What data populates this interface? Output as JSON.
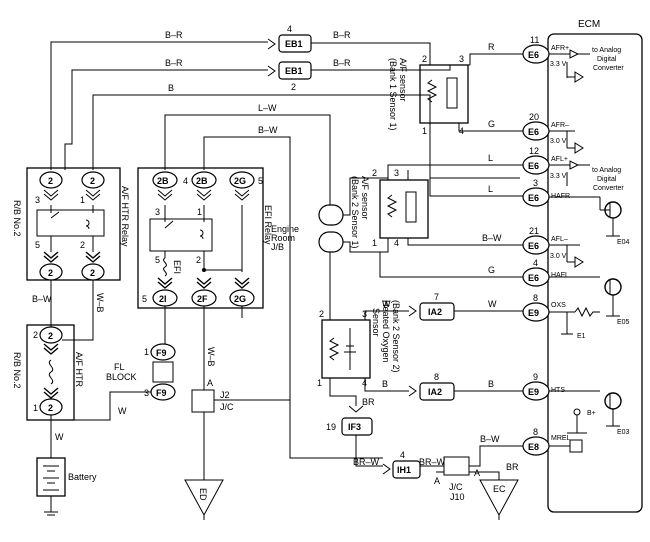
{
  "ecm": {
    "title": "ECM",
    "pins": [
      {
        "num": "11",
        "code": "E6",
        "name": "AFR+"
      },
      {
        "num": "20",
        "code": "E6",
        "name": "AFR–"
      },
      {
        "num": "12",
        "code": "E6",
        "name": "AFL+"
      },
      {
        "num": "3",
        "code": "E6",
        "name": "HAFR"
      },
      {
        "num": "21",
        "code": "E6",
        "name": "AFL–"
      },
      {
        "num": "4",
        "code": "E6",
        "name": "HAFL"
      },
      {
        "num": "8",
        "code": "E9",
        "name": "OXS"
      },
      {
        "num": "9",
        "code": "E9",
        "name": "HTS"
      },
      {
        "num": "8",
        "code": "E8",
        "name": "MREL"
      }
    ],
    "volt1": "3.3 V",
    "volt2": "3.0 V",
    "volt3": "3.3 V",
    "volt4": "3.0 V",
    "conv1a": "to Analog",
    "conv1b": "Digital",
    "conv1c": "Converter",
    "conv2a": "to Analog",
    "conv2b": "Digital",
    "conv2c": "Converter",
    "ground_e04": "E04",
    "ground_e05": "E05",
    "ground_e1": "E1",
    "ground_e03": "E03",
    "bplus": "B+"
  },
  "wires": {
    "br": "B–R",
    "b": "B",
    "lw": "L–W",
    "bw": "B–W",
    "wb": "W–B",
    "r": "R",
    "g": "G",
    "l": "L",
    "w": "W",
    "brw": "BR–W",
    "brt": "BR"
  },
  "connectors": {
    "eb1": "EB1",
    "eb1_top": "4",
    "eb1_bot": "2",
    "ia2": "IA2",
    "ia2_top1": "7",
    "ia2_top2": "8",
    "if3": "IF3",
    "if3_num": "19",
    "ih1": "IH1",
    "ih1_num": "4",
    "f9": "F9",
    "f9_top": "1",
    "f9_bot": "3",
    "j2": "J2",
    "j2_jc": "J/C",
    "j2_a": "A",
    "j10": "J10",
    "j10_jc": "J/C",
    "j10_a1": "A",
    "j10_a2": "A"
  },
  "components": {
    "rb2": "R/B No.2",
    "afhtr_relay": "A/F HTR Relay",
    "afhtr_fuse": "A/F HTR",
    "efi_relay": "EFI Relay",
    "engine_room_1": "Engine",
    "engine_room_2": "Room",
    "engine_room_3": "J/B",
    "efi_fuse": "EFI",
    "fl_block_1": "FL",
    "fl_block_2": "BLOCK",
    "battery": "Battery",
    "ed": "ED",
    "ec": "EC",
    "af1_a": "A/F sensor",
    "af1_b": "(Bank 1 Sensor 1)",
    "af2_a": "A/F sensor",
    "af2_b": "(Bank 2 Sensor 1)",
    "ho2_a": "Heated Oxygen",
    "ho2_b": "Sensor",
    "ho2_c": "(Bank 2 Sensor 2)"
  },
  "pins": {
    "p2": "2",
    "p1": "1",
    "p3": "3",
    "p4": "4",
    "p5": "5",
    "p2b": "2B",
    "p2g": "2G",
    "p2i": "2I",
    "p2f": "2F"
  }
}
